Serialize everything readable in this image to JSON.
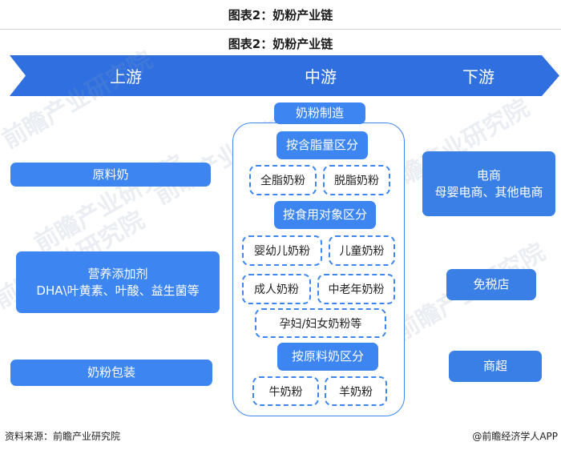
{
  "title": "图表2：奶粉产业链",
  "subtitle": "图表2：奶粉产业链",
  "stages": [
    "上游",
    "中游",
    "下游"
  ],
  "upstream": [
    "原料奶",
    "营养添加剂",
    "DHA\\叶黄素、叶酸、益生菌等",
    "奶粉包装"
  ],
  "midstream": {
    "header": "奶粉制造",
    "group1": {
      "title": "按含脂量区分",
      "items": [
        "全脂奶粉",
        "脱脂奶粉"
      ]
    },
    "group2": {
      "title": "按食用对象区分",
      "items": [
        "婴幼儿奶粉",
        "儿童奶粉",
        "成人奶粉",
        "中老年奶粉",
        "孕妇/妇女奶粉等"
      ]
    },
    "group3": {
      "title": "按原料奶区分",
      "items": [
        "牛奶粉",
        "羊奶粉"
      ]
    }
  },
  "downstream": [
    "电商",
    "母婴电商、其他电商",
    "免税店",
    "商超"
  ],
  "footer": {
    "source": "资料来源：前瞻产业研究院",
    "brand": "@前瞻经济学人APP"
  },
  "watermark": "前瞻产业研究院",
  "colors": {
    "primary": "#3d85f0",
    "stage": "#2f6fe0"
  }
}
